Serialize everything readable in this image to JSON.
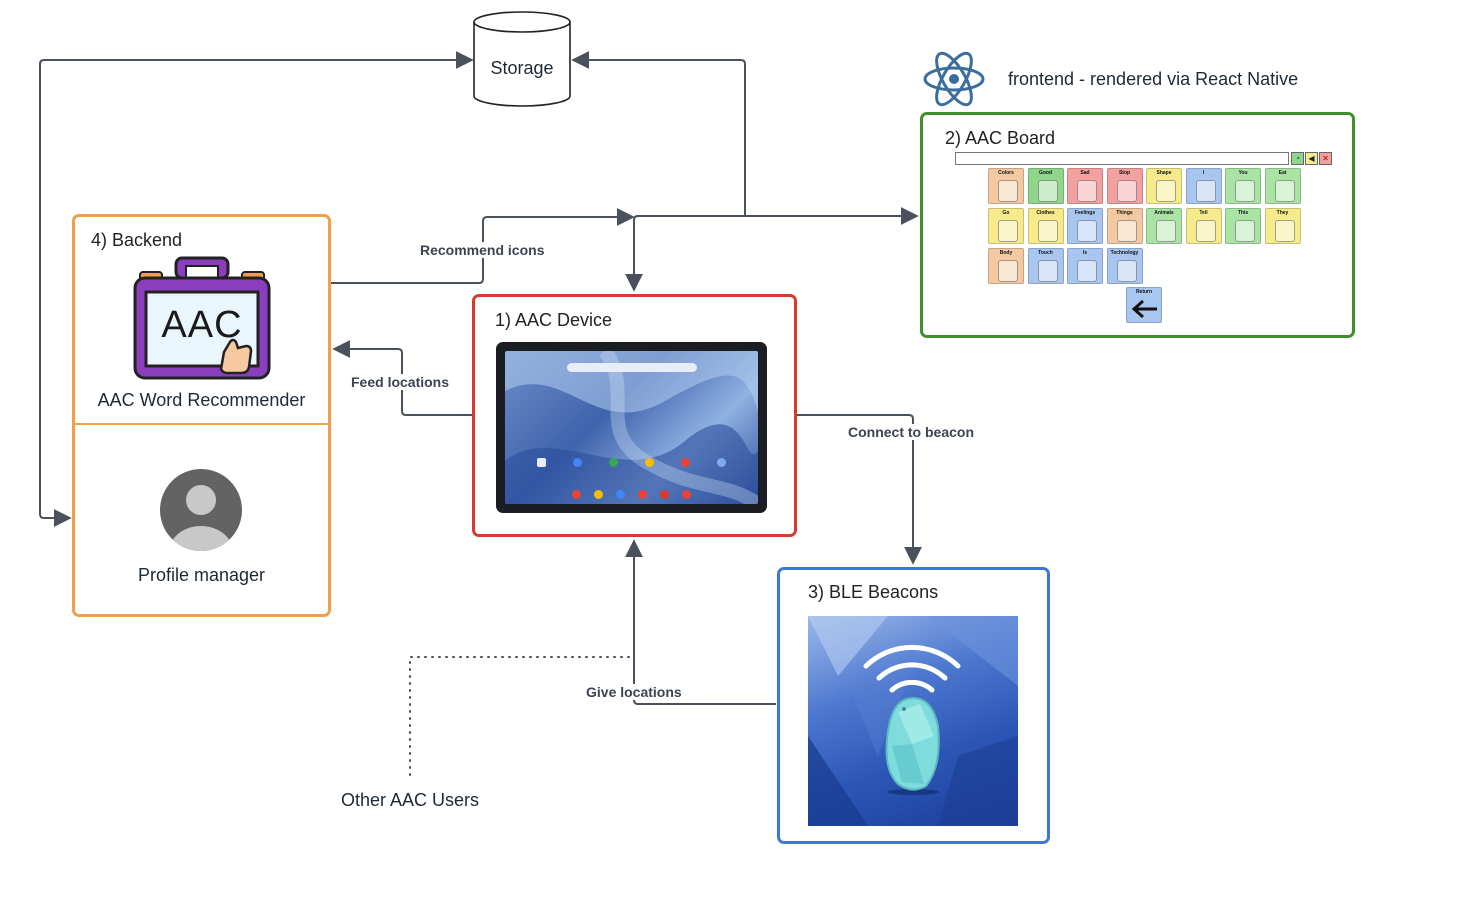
{
  "storage": {
    "label": "Storage"
  },
  "frontend": {
    "caption": "frontend - rendered via React Native",
    "icon": "react-atom-icon"
  },
  "backend": {
    "title": "4) Backend",
    "recommender_label": "AAC Word Recommender",
    "recommender_logo_text": "AAC",
    "profile_label": "Profile manager"
  },
  "device": {
    "title": "1) AAC Device"
  },
  "board": {
    "title": "2) AAC Board",
    "cells": [
      {
        "label": "Colors",
        "color": "#f2c9a0"
      },
      {
        "label": "Good",
        "color": "#8fd68b"
      },
      {
        "label": "Sad",
        "color": "#f3a0a0"
      },
      {
        "label": "Stop",
        "color": "#f3a0a0"
      },
      {
        "label": "Shape",
        "color": "#f6ea8b"
      },
      {
        "label": "I",
        "color": "#a9c6f0"
      },
      {
        "label": "You",
        "color": "#a9e4a4"
      },
      {
        "label": "Eat",
        "color": "#a9e4a4"
      },
      {
        "label": "Go",
        "color": "#f6ea8b"
      },
      {
        "label": "Clothes",
        "color": "#f6ea8b"
      },
      {
        "label": "Feelings",
        "color": "#a9c6f0"
      },
      {
        "label": "Things",
        "color": "#f2c9a0"
      },
      {
        "label": "Animals",
        "color": "#a9e4a4"
      },
      {
        "label": "Tell",
        "color": "#f6ea8b"
      },
      {
        "label": "This",
        "color": "#a9e4a4"
      },
      {
        "label": "They",
        "color": "#f6ea8b"
      },
      {
        "label": "Body",
        "color": "#f2c9a0"
      },
      {
        "label": "Touch",
        "color": "#a9c6f0"
      },
      {
        "label": "Is",
        "color": "#a9c6f0"
      },
      {
        "label": "Technology",
        "color": "#a9c6f0"
      }
    ],
    "return_label": "Return"
  },
  "beacons": {
    "title": "3) BLE Beacons"
  },
  "other_users": {
    "label": "Other AAC Users"
  },
  "edges": {
    "recommend": "Recommend icons",
    "feed": "Feed locations",
    "connect": "Connect to beacon",
    "give": "Give locations"
  },
  "colors": {
    "backend": "#f0a04b",
    "device": "#d93a2f",
    "board": "#3f8f2e",
    "beacons": "#3c76d6",
    "connector": "#4a515c",
    "react": "#3a6e9c"
  }
}
